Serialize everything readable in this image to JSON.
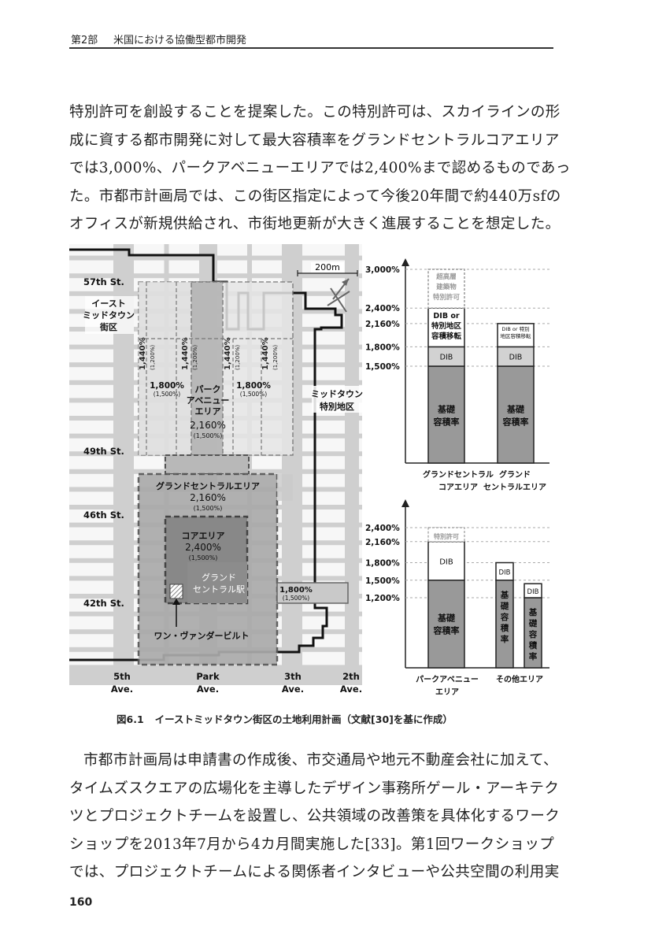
{
  "header": {
    "part": "第2部",
    "title": "米国における協働型都市開発"
  },
  "body_text_1": [
    "特別許可を創設することを提案した。この特別許可は、スカイラインの形",
    "成に資する都市開発に対して最大容積率をグランドセントラルコアエリア",
    "では3,000%、パークアベニューエリアでは2,400%まで認めるものであっ",
    "た。市都市計画局では、この街区指定によって今後20年間で約440万sfの",
    "オフィスが新規供給され、市街地更新が大きく進展することを想定した。"
  ],
  "map": {
    "scale": "200m",
    "streets": [
      "57th St.",
      "49th St.",
      "46th St.",
      "42th St."
    ],
    "avenues": [
      {
        "line1": "5th",
        "line2": "Ave."
      },
      {
        "line1": "Park",
        "line2": "Ave."
      },
      {
        "line1": "3th",
        "line2": "Ave."
      },
      {
        "line1": "2th",
        "line2": "Ave."
      }
    ],
    "east_midtown": [
      "イースト",
      "ミッドタウン",
      "街区"
    ],
    "midtown_special": [
      "ミッドタウン",
      "特別地区"
    ],
    "far_1440": "1,440%",
    "far_1200": "(1,200%)",
    "far_1800": "1,800%",
    "far_1500": "(1,500%)",
    "park_area": [
      "パーク",
      "アベニュー",
      "エリア"
    ],
    "far_2160": "2,160%",
    "grand_central_area": "グランドセントラルエリア",
    "core_area": "コアエリア",
    "far_2400": "2,400%",
    "station": [
      "グランド",
      "セントラル駅"
    ],
    "vanderbilt": "ワン・ヴァンダービルト"
  },
  "chart_data": [
    {
      "type": "bar",
      "stacked": true,
      "y_ticks": [
        "3,000%",
        "2,400%",
        "2,160%",
        "1,800%",
        "1,500%"
      ],
      "categories": [
        {
          "line1": "グランドセントラル",
          "line2": "コアエリア"
        },
        {
          "line1": "グランド",
          "line2": "セントラルエリア"
        }
      ],
      "series": [
        {
          "name": "基礎容積率",
          "values": [
            1500,
            1500
          ]
        },
        {
          "name": "DIB",
          "values": [
            300,
            300
          ]
        },
        {
          "name": "DIB or 特別地区容積移転",
          "values": [
            600,
            360
          ]
        },
        {
          "name": "超高層建築物特別許可",
          "values": [
            600,
            0
          ]
        }
      ],
      "seg_labels": {
        "base": [
          "基礎",
          "容積率"
        ],
        "dib": "DIB",
        "transfer": [
          "DIB or",
          "特別地区",
          "容積移転"
        ],
        "transfer_small": [
          "DIB or 特別",
          "地区容積移転"
        ],
        "super": [
          "超高層",
          "建築物",
          "特別許可"
        ]
      }
    },
    {
      "type": "bar",
      "stacked": true,
      "y_ticks": [
        "2,400%",
        "2,160%",
        "1,800%",
        "1,500%",
        "1,200%"
      ],
      "categories": [
        {
          "line1": "パークアベニュー",
          "line2": "エリア"
        },
        {
          "line1": "その他エリア",
          "line2": ""
        }
      ],
      "bars": [
        {
          "base": 1500,
          "dib": 660,
          "special": 240
        },
        {
          "base": 1500,
          "dib": 300,
          "special": 0
        },
        {
          "base": 1200,
          "dib": 240,
          "special": 0
        }
      ],
      "seg_labels": {
        "base": [
          "基礎",
          "容積率"
        ],
        "base_vertical": [
          "基",
          "礎",
          "容",
          "積",
          "率"
        ],
        "dib": "DIB",
        "special": "特別許可"
      }
    }
  ],
  "caption": {
    "num": "図6.1",
    "text": "イーストミッドタウン街区の土地利用計画（文献[30]を基に作成）"
  },
  "body_text_2": [
    "市都市計画局は申請書の作成後、市交通局や地元不動産会社に加えて、",
    "タイムズスクエアの広場化を主導したデザイン事務所ゲール・アーキテク",
    "ツとプロジェクトチームを設置し、公共領域の改善策を具体化するワーク",
    "ショップを2013年7月から4カ月間実施した[33]。第1回ワークショップ",
    "では、プロジェクトチームによる関係者インタビューや公共空間の利用実"
  ],
  "page_number": "160"
}
